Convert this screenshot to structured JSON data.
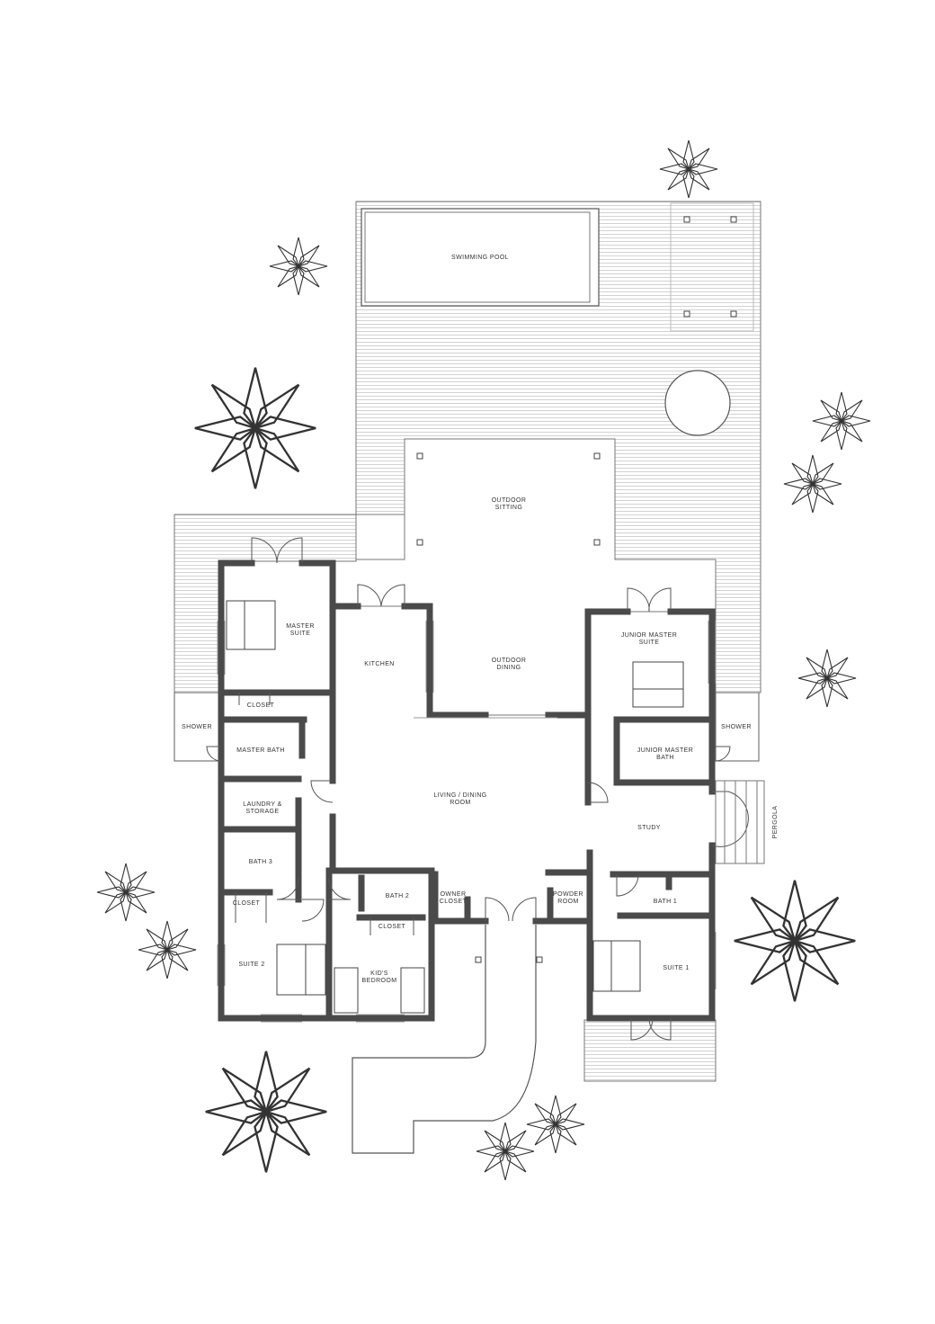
{
  "rooms": {
    "swimming_pool": "SWIMMING POOL",
    "outdoor_sitting_1": "OUTDOOR",
    "outdoor_sitting_2": "SITTING",
    "outdoor_dining_1": "OUTDOOR",
    "outdoor_dining_2": "DINING",
    "master_suite_1": "MASTER",
    "master_suite_2": "SUITE",
    "kitchen": "KITCHEN",
    "junior_master_suite_1": "JUNIOR MASTER",
    "junior_master_suite_2": "SUITE",
    "closet_master": "CLOSET",
    "shower_left": "SHOWER",
    "shower_right": "SHOWER",
    "master_bath": "MASTER BATH",
    "junior_master_bath_1": "JUNIOR MASTER",
    "junior_master_bath_2": "BATH",
    "living_dining_1": "LIVING / DINING",
    "living_dining_2": "ROOM",
    "laundry_1": "LAUNDRY &",
    "laundry_2": "STORAGE",
    "study": "STUDY",
    "pergola": "PERGOLA",
    "bath_3": "BATH 3",
    "bath_2": "BATH 2",
    "owner_closet_1": "OWNER",
    "owner_closet_2": "CLOSET",
    "powder_room_1": "POWDER",
    "powder_room_2": "ROOM",
    "bath_1": "BATH 1",
    "closet_suite2": "CLOSET",
    "closet_kids": "CLOSET",
    "suite_2": "SUITE 2",
    "kids_bedroom_1": "KID'S",
    "kids_bedroom_2": "BEDROOM",
    "suite_1": "SUITE 1"
  },
  "colors": {
    "wall": "#4a4a4a",
    "deck_line": "#cfcfcf",
    "line": "#777777"
  }
}
